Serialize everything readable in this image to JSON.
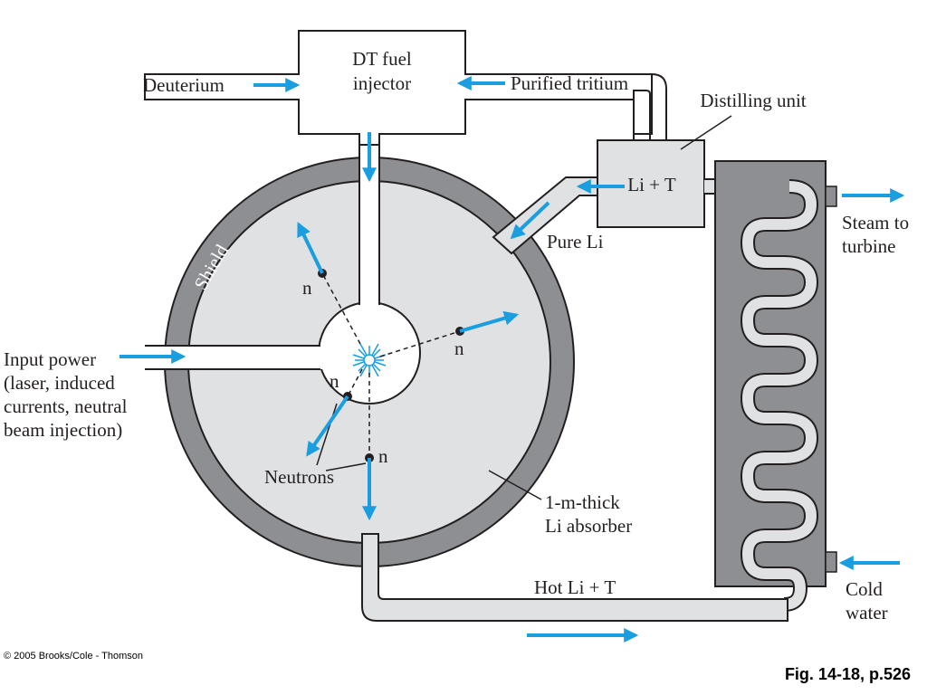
{
  "labels": {
    "fuel_injector_line1": "DT fuel",
    "fuel_injector_line2": "injector",
    "deuterium": "Deuterium",
    "purified_tritium": "Purified tritium",
    "distilling_unit": "Distilling unit",
    "li_t": "Li + T",
    "pure_li": "Pure Li",
    "steam_line1": "Steam to",
    "steam_line2": "turbine",
    "shield": "Shield",
    "neutron_symbol": "n",
    "input_power_line1": "Input power",
    "input_power_line2": "(laser, induced",
    "input_power_line3": "currents, neutral",
    "input_power_line4": "beam injection)",
    "neutrons": "Neutrons",
    "absorber_line1": "1-m-thick",
    "absorber_line2": "Li absorber",
    "hot_li_t": "Hot Li + T",
    "cold_line1": "Cold",
    "cold_line2": "water"
  },
  "footer": {
    "copyright": "© 2005 Brooks/Cole - Thomson",
    "figure_ref": "Fig. 14-18, p.526"
  },
  "colors": {
    "arrow": "#1a9ee0",
    "shield": "#8d8f92",
    "absorber": "#dfe1e3",
    "exchanger": "#8d8f92",
    "outline": "#231f20"
  }
}
